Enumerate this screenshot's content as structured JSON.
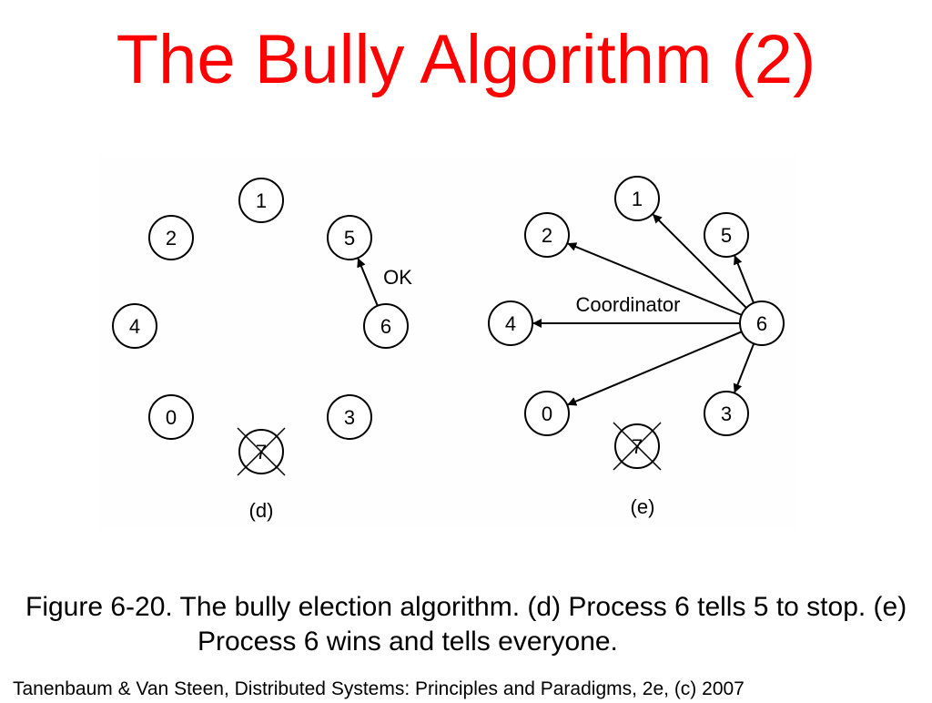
{
  "title": "The Bully Algorithm (2)",
  "diagram": {
    "panels": [
      {
        "id": "d",
        "label": "(d)",
        "nodes": [
          "1",
          "2",
          "5",
          "4",
          "6",
          "0",
          "3",
          "7"
        ],
        "crossed_out": "7",
        "messages": [
          {
            "from": "6",
            "to": "5",
            "label": "OK"
          }
        ]
      },
      {
        "id": "e",
        "label": "(e)",
        "nodes": [
          "1",
          "2",
          "5",
          "4",
          "6",
          "0",
          "3",
          "7"
        ],
        "crossed_out": "7",
        "messages": [
          {
            "from": "6",
            "to": "1",
            "label": ""
          },
          {
            "from": "6",
            "to": "2",
            "label": ""
          },
          {
            "from": "6",
            "to": "5",
            "label": ""
          },
          {
            "from": "6",
            "to": "4",
            "label": "Coordinator"
          },
          {
            "from": "6",
            "to": "0",
            "label": ""
          },
          {
            "from": "6",
            "to": "3",
            "label": ""
          }
        ]
      }
    ]
  },
  "caption": "Figure 6-20. The bully election algorithm.  (d) Process 6 tells 5 to stop. (e) Process 6 wins and tells everyone.",
  "credit": "Tanenbaum & Van Steen, Distributed Systems: Principles and Paradigms, 2e, (c) 2007",
  "colors": {
    "title": "#ff0000",
    "ink": "#000000"
  }
}
